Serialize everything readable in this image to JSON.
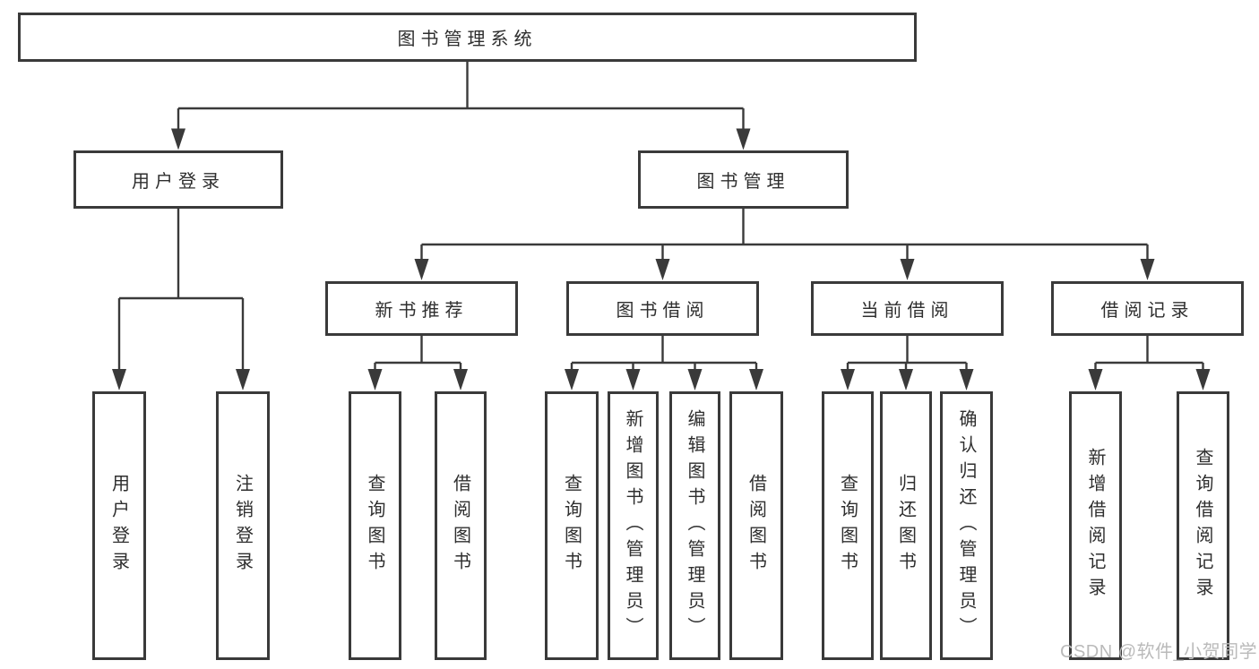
{
  "colors": {
    "line": "#3a3a3a",
    "text": "#2e2e2e",
    "watermark": "#bababa",
    "background": "#ffffff"
  },
  "watermark": "CSDN @软件_小贺同学",
  "diagram": {
    "type": "hierarchy-tree",
    "root": {
      "label": "图书管理系统",
      "children": [
        {
          "label": "用户登录",
          "children": [
            {
              "label": "用户登录"
            },
            {
              "label": "注销登录"
            }
          ]
        },
        {
          "label": "图书管理",
          "children": [
            {
              "label": "新书推荐",
              "children": [
                {
                  "label": "查询图书"
                },
                {
                  "label": "借阅图书"
                }
              ]
            },
            {
              "label": "图书借阅",
              "children": [
                {
                  "label": "查询图书"
                },
                {
                  "label": "新增图书（管理员）"
                },
                {
                  "label": "编辑图书（管理员）"
                },
                {
                  "label": "借阅图书"
                }
              ]
            },
            {
              "label": "当前借阅",
              "children": [
                {
                  "label": "查询图书"
                },
                {
                  "label": "归还图书"
                },
                {
                  "label": "确认归还（管理员）"
                }
              ]
            },
            {
              "label": "借阅记录",
              "children": [
                {
                  "label": "新增借阅记录"
                },
                {
                  "label": "查询借阅记录"
                }
              ]
            }
          ]
        }
      ]
    }
  }
}
